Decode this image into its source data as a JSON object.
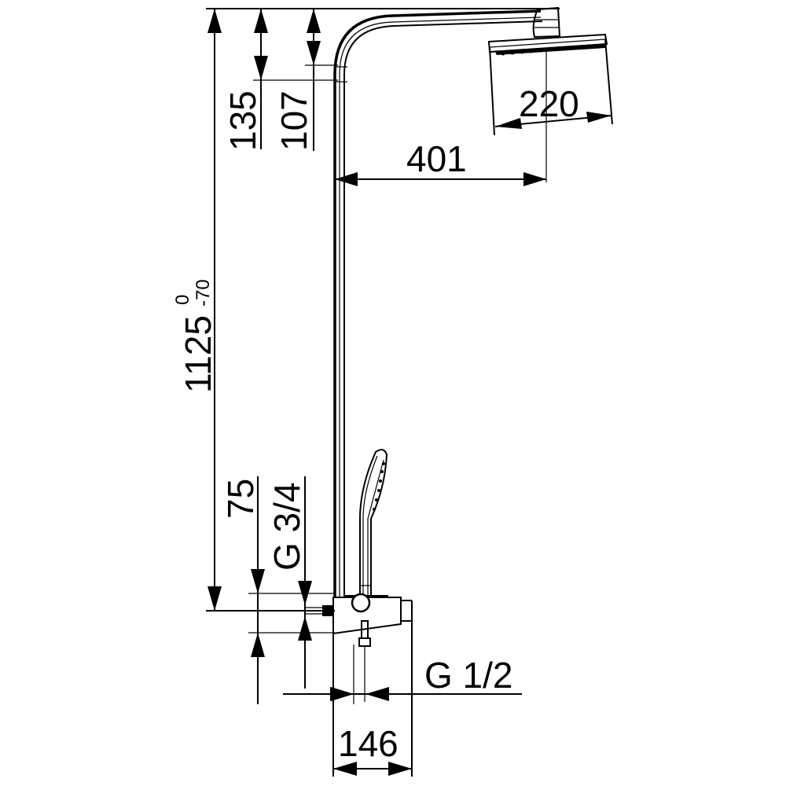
{
  "drawing": {
    "type": "technical dimension drawing",
    "subject": "shower system with overhead rain shower, riser pipe, hand shower and wall mixer",
    "colors": {
      "line": "#000000",
      "background": "#ffffff"
    }
  },
  "dimensions": {
    "overall_height": {
      "value": "1125",
      "tol_upper": "0",
      "tol_lower": "-70"
    },
    "top_to_arm_outer": "135",
    "top_to_arm_inner": "107",
    "arm_projection": "401",
    "head_width": "220",
    "inlet_offset": "75",
    "inlet_thread": "G 3/4",
    "outlet_thread": "G 1/2",
    "mixer_depth": "146"
  }
}
